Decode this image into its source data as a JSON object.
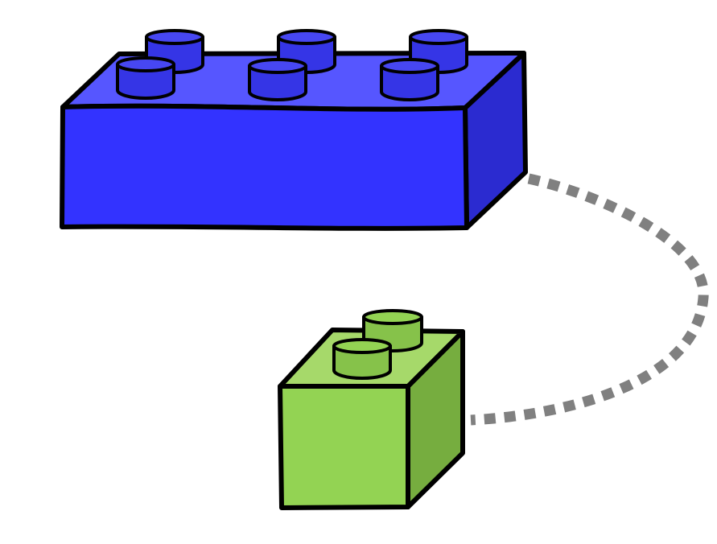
{
  "diagram": {
    "nodes": [
      {
        "id": "large-brick",
        "kind": "2x3 brick",
        "studs": 6,
        "colors": {
          "front": "#3333ff",
          "top": "#5656ff",
          "side": "#2b2bd0",
          "stud_top": "#4747f2",
          "stud_side": "#3535e6"
        }
      },
      {
        "id": "small-brick",
        "kind": "1x2 brick",
        "studs": 2,
        "colors": {
          "front": "#93d353",
          "top": "#a6d96a",
          "side": "#76ad3f",
          "stud_top": "#93d353",
          "stud_side": "#86c24a"
        }
      }
    ],
    "connector": {
      "from": "large-brick",
      "to": "small-brick",
      "style": "dotted",
      "color": "#808080"
    },
    "outline_color": "#000000"
  }
}
